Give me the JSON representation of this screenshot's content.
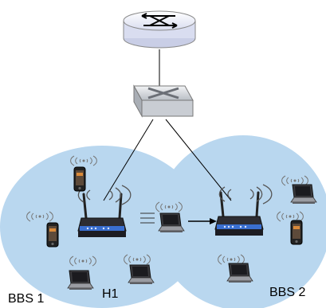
{
  "labels": {
    "bbs1": "BBS 1",
    "bbs2": "BBS 2",
    "host": "H1"
  },
  "colors": {
    "bss_fill": "#b9d7ef",
    "router_fill": "#e6e8f5",
    "switch_fill": "#dfe2e6",
    "ap_body": "#2d2d33",
    "ap_accent": "#3a6fd0",
    "link": "#000000"
  },
  "icons": {
    "router": "router-icon",
    "switch": "switch-icon",
    "access_point": "wireless-access-point-icon",
    "laptop": "laptop-icon",
    "phone": "smartphone-icon",
    "signal": "wireless-signal-icon",
    "motion": "motion-arrow-icon"
  }
}
